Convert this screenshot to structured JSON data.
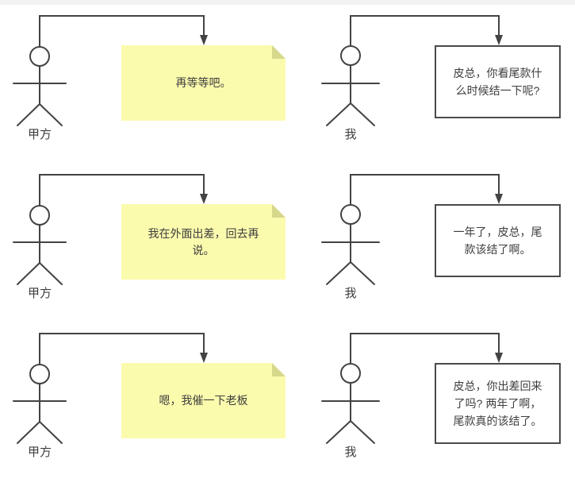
{
  "diagram": {
    "type": "stick-figure-comic",
    "rows": 3,
    "columns": 2
  },
  "colors": {
    "background": "#FFFFFF",
    "top_strip": "#F2F2F2",
    "line_stroke": "#434343",
    "note_fill": "#FBFBAE",
    "note_fold": "#D6D88C",
    "speech_box_border": "#4A4A4A",
    "speech_box_fill": "#FFFFFF",
    "text": "#3E3E3E"
  },
  "panels": [
    {
      "position": "row1-left",
      "actor": "甲方",
      "shape": "sticky-note",
      "message": "再等等吧。"
    },
    {
      "position": "row1-right",
      "actor": "我",
      "shape": "rect-box",
      "message": "皮总，你看尾款什么时候结一下呢?"
    },
    {
      "position": "row2-left",
      "actor": "甲方",
      "shape": "sticky-note",
      "message": "我在外面出差，回去再说。"
    },
    {
      "position": "row2-right",
      "actor": "我",
      "shape": "rect-box",
      "message": "一年了，皮总，尾款该结了啊。"
    },
    {
      "position": "row3-left",
      "actor": "甲方",
      "shape": "sticky-note",
      "message": "嗯，我催一下老板"
    },
    {
      "position": "row3-right",
      "actor": "我",
      "shape": "rect-box",
      "message": "皮总，你出差回来了吗? 两年了啊，尾款真的该结了。"
    }
  ]
}
